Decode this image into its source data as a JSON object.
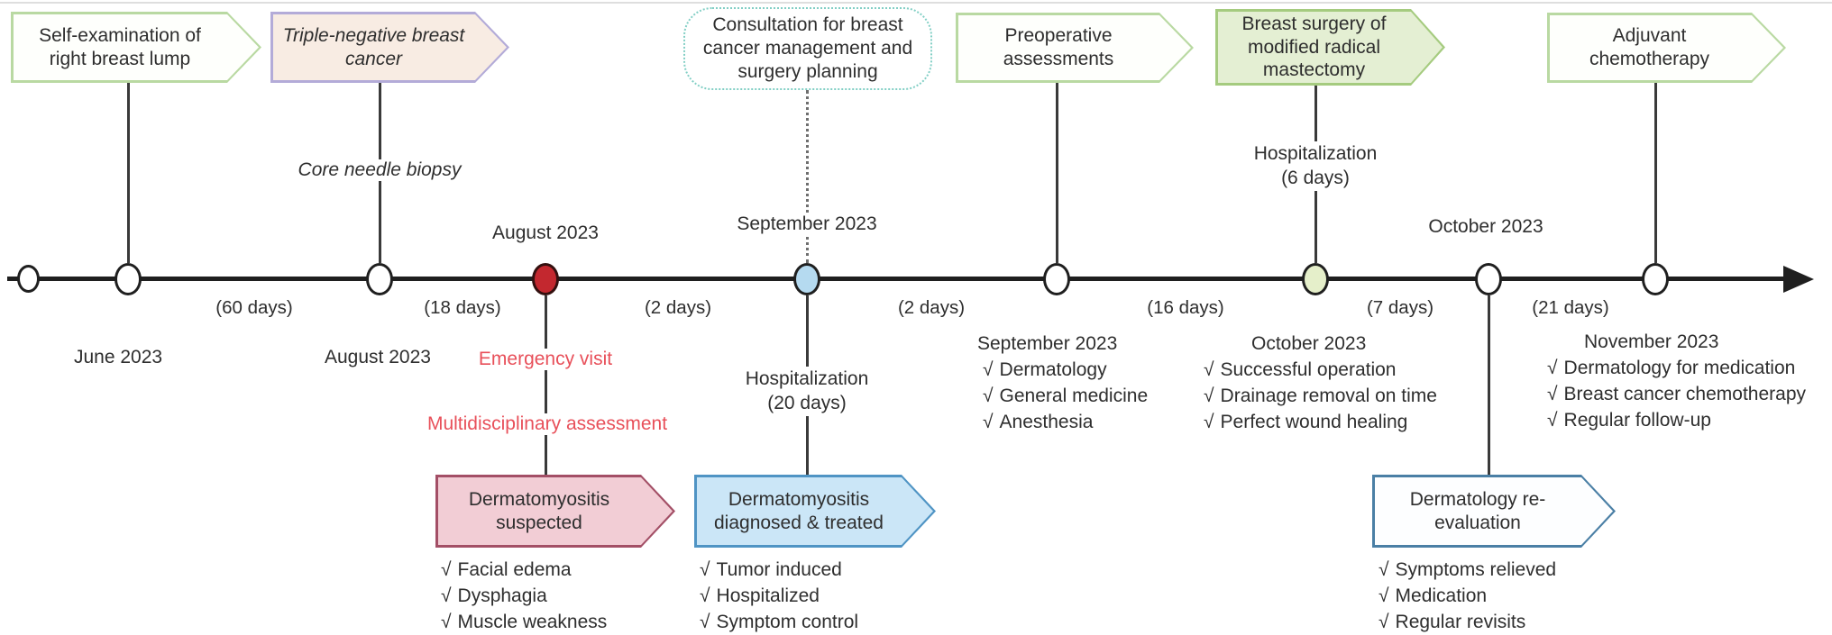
{
  "icons": {
    "check_glyph": "√"
  },
  "palette": {
    "timeline_black": "#1f1f1f",
    "green_banner_border": "#b9d9a2",
    "green_banner_fill": "#e4efd3",
    "lavender_border": "#b3abd8",
    "cream_fill": "#f8ece3",
    "teal_dotted_border": "#82cfc5",
    "pink_fill": "#f2cdd5",
    "rose_border": "#a34f66",
    "blue_fill": "#cbe6f7",
    "blue_border": "#4f94c4",
    "steel_border": "#4a7fa5",
    "red_node": "#c3282f",
    "blue_node": "#b5daf0",
    "green_node": "#e5efca",
    "red_text": "#e8505a"
  },
  "top_banners": {
    "self_exam": {
      "label": "Self-examination of right breast lump"
    },
    "tnbc": {
      "label": "Triple-negative breast cancer",
      "note": "Core needle biopsy"
    },
    "consultation": {
      "label": "Consultation for breast cancer management and surgery planning"
    },
    "preop": {
      "label": "Preoperative assessments"
    },
    "surgery": {
      "label": "Breast surgery of modified radical mastectomy",
      "note_line1": "Hospitalization",
      "note_line2": "(6 days)"
    },
    "adjuvant": {
      "label": "Adjuvant chemotherapy"
    }
  },
  "timeline": {
    "dates_above": {
      "august": "August 2023",
      "september": "September 2023",
      "october": "October 2023"
    },
    "dates_below": {
      "june": "June 2023",
      "august": "August 2023"
    },
    "intervals": [
      "(60 days)",
      "(18 days)",
      "(2 days)",
      "(2 days)",
      "(16 days)",
      "(7 days)",
      "(21 days)"
    ]
  },
  "red_annotations": {
    "emergency": "Emergency visit",
    "mdt": "Multidisciplinary assessment"
  },
  "hospitalization_20": {
    "line1": "Hospitalization",
    "line2": "(20 days)"
  },
  "bottom_banners": {
    "dm_suspected": {
      "label": "Dermatomyositis suspected",
      "items": [
        "Facial edema",
        "Dysphagia",
        "Muscle weakness"
      ]
    },
    "dm_treated": {
      "label": "Dermatomyositis diagnosed & treated",
      "items": [
        "Tumor induced",
        "Hospitalized",
        "Symptom control"
      ]
    },
    "derm_reeval": {
      "label": "Dermatology re-evaluation",
      "items": [
        "Symptoms relieved",
        "Medication",
        "Regular revisits"
      ]
    }
  },
  "below_checklists": {
    "september": {
      "heading": "September 2023",
      "items": [
        "Dermatology",
        "General medicine",
        "Anesthesia"
      ]
    },
    "october": {
      "heading": "October 2023",
      "items": [
        "Successful operation",
        "Drainage removal on time",
        "Perfect wound healing"
      ]
    },
    "november": {
      "heading": "November 2023",
      "items": [
        "Dermatology for medication",
        "Breast cancer chemotherapy",
        "Regular follow-up"
      ]
    }
  }
}
